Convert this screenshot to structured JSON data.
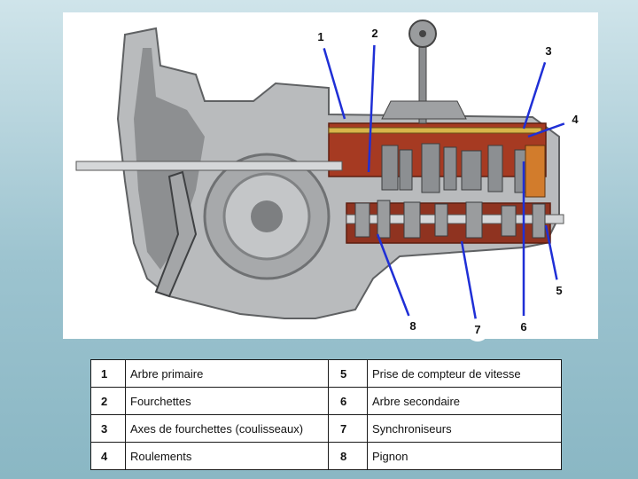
{
  "figure": {
    "callouts": [
      {
        "number": "1"
      },
      {
        "number": "2"
      },
      {
        "number": "3"
      },
      {
        "number": "4"
      },
      {
        "number": "5"
      },
      {
        "number": "6"
      },
      {
        "number": "7"
      },
      {
        "number": "8"
      }
    ],
    "colors": {
      "leader_line": "#1f2fd6",
      "casing": "#b7b9bb",
      "casing_dark": "#6f7173",
      "cutaway_red": "#a63a22",
      "gear_teeth": "#8c8f92",
      "rod_yellow": "#d8b54a"
    }
  },
  "legend": {
    "rows": [
      {
        "left_num": "1",
        "left_label": "Arbre primaire",
        "right_num": "5",
        "right_label": "Prise de compteur de vitesse"
      },
      {
        "left_num": "2",
        "left_label": "Fourchettes",
        "right_num": "6",
        "right_label": "Arbre secondaire"
      },
      {
        "left_num": "3",
        "left_label": "Axes de fourchettes (coulisseaux)",
        "right_num": "7",
        "right_label": "Synchroniseurs"
      },
      {
        "left_num": "4",
        "left_label": "Roulements",
        "right_num": "8",
        "right_label": "Pignon"
      }
    ]
  }
}
